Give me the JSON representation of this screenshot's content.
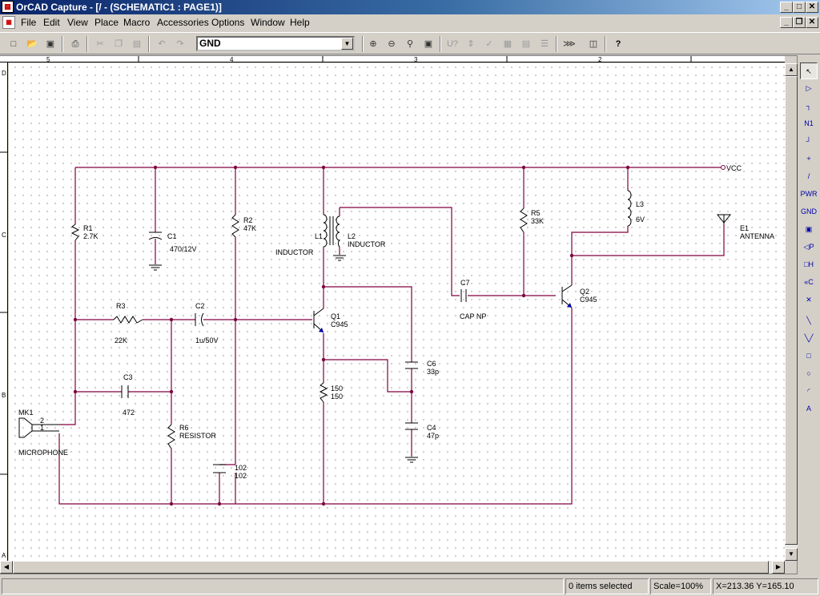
{
  "titlebar": {
    "title": "OrCAD Capture - [/ - (SCHEMATIC1 : PAGE1)]"
  },
  "menu": [
    "File",
    "Edit",
    "View",
    "Place",
    "Macro",
    "Accessories",
    "Options",
    "Window",
    "Help"
  ],
  "toolbar": {
    "part_combo_value": "GND"
  },
  "ruler": {
    "top": [
      "5",
      "4",
      "3",
      "2"
    ],
    "left": [
      "D",
      "C",
      "B",
      "A"
    ]
  },
  "schematic": {
    "net_vcc": "VCC",
    "r1": {
      "ref": "R1",
      "value": "2.7K"
    },
    "c1": {
      "ref": "C1",
      "value": "470/12V"
    },
    "r2": {
      "ref": "R2",
      "value": "47K"
    },
    "l1": {
      "ref": "L1",
      "value": "INDUCTOR"
    },
    "l2": {
      "ref": "L2",
      "value": "INDUCTOR"
    },
    "r5": {
      "ref": "R5",
      "value": "33K"
    },
    "l3": {
      "ref": "L3",
      "value": "6V"
    },
    "e1": {
      "ref": "E1",
      "value": "ANTENNA"
    },
    "r3": {
      "ref": "R3",
      "value": "22K"
    },
    "c2": {
      "ref": "C2",
      "value": "1u/50V"
    },
    "q1": {
      "ref": "Q1",
      "value": "C945"
    },
    "c7": {
      "ref": "C7",
      "value": "CAP NP"
    },
    "q2": {
      "ref": "Q2",
      "value": "C945"
    },
    "c3": {
      "ref": "C3",
      "value": "472"
    },
    "c6": {
      "ref": "C6",
      "value": "33p"
    },
    "r150": {
      "ref": "150",
      "value": "150"
    },
    "c4": {
      "ref": "C4",
      "value": "47p"
    },
    "r6": {
      "ref": "R6",
      "value": "RESISTOR"
    },
    "c102": {
      "ref": "102",
      "value": "102"
    },
    "mk1": {
      "ref": "MK1",
      "value": "MICROPHONE",
      "pin2": "2",
      "pin1": "1"
    }
  },
  "palette_icons": [
    "select-arrow-icon",
    "part-icon",
    "wire-icon",
    "net-alias-icon",
    "bus-icon",
    "junction-icon",
    "bus-entry-icon",
    "power-icon",
    "ground-icon",
    "hierarchical-block-icon",
    "port-icon",
    "pin-icon",
    "off-page-connector-icon",
    "no-connect-icon",
    "line-icon",
    "polyline-icon",
    "rectangle-icon",
    "ellipse-icon",
    "arc-icon",
    "text-icon"
  ],
  "palette_glyphs": [
    "↖",
    "▷",
    "┐",
    "N1",
    "┘",
    "+",
    "/",
    "PWR",
    "GND",
    "▣",
    "◁P",
    "□H",
    "«C",
    "✕",
    "╲",
    "╲╱",
    "□",
    "○",
    "◜",
    "A"
  ],
  "status": {
    "left": "",
    "selected": "0 items selected",
    "scale": "Scale=100%",
    "coords": "X=213.36  Y=165.10"
  }
}
